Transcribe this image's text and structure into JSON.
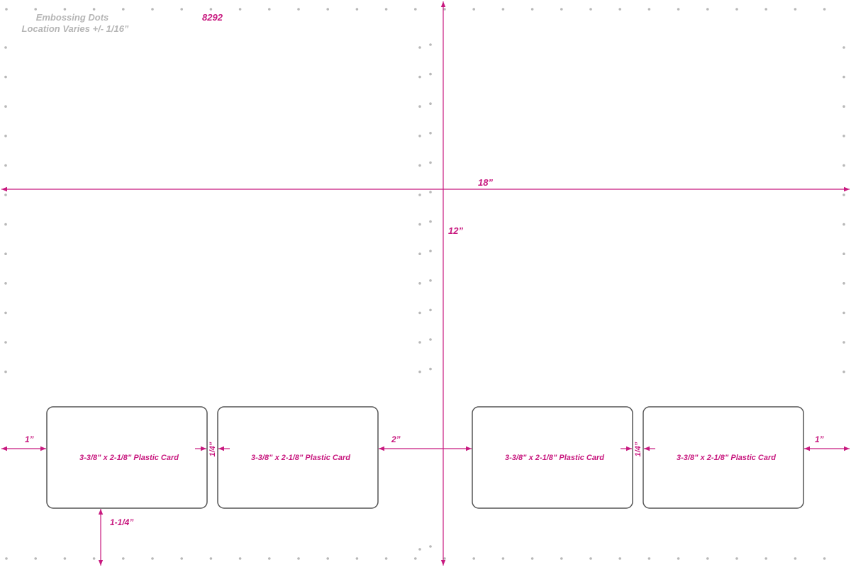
{
  "colors": {
    "magenta": "#c8197f",
    "card_border": "#555555",
    "dot": "#b8b8b8",
    "note_gray": "#b5b5b5"
  },
  "embossing_note": {
    "line1": "Embossing Dots",
    "line2": "Location Varies +/- 1/16”"
  },
  "template_number": "8292",
  "sheet": {
    "width_label": "18”",
    "height_label": "12”"
  },
  "cards": [
    {
      "label": "3-3/8” x 2-1/8” Plastic Card"
    },
    {
      "label": "3-3/8” x 2-1/8” Plastic Card"
    },
    {
      "label": "3-3/8” x 2-1/8” Plastic Card"
    },
    {
      "label": "3-3/8” x 2-1/8” Plastic Card"
    }
  ],
  "dimensions": {
    "left_margin": "1”",
    "right_margin": "1”",
    "gap_left_pair": "1/4”",
    "gap_right_pair": "1/4”",
    "center_gap": "2”",
    "bottom_margin": "1-1/4”"
  }
}
